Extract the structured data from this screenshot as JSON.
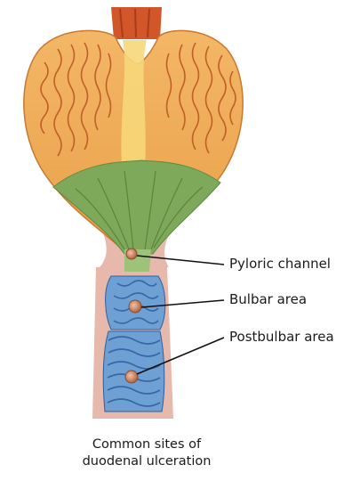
{
  "labels": {
    "pyloric_channel": "Pyloric channel",
    "bulbar_area": "Bulbar area",
    "postbulbar_area": "Postbulbar area"
  },
  "caption": {
    "line1": "Common sites of",
    "line2": "duodenal ulceration"
  },
  "colors": {
    "stomach_fill": "#f0a955",
    "stomach_fold": "#b8521e",
    "stomach_highlight": "#f7d77a",
    "esophagus": "#d1562a",
    "antrum": "#7ea85a",
    "duodenum": "#6fa0d4",
    "duodenal_fold": "#2d5f9e",
    "wall": "#e7b9ad",
    "ulcer": "#d88f6a"
  }
}
